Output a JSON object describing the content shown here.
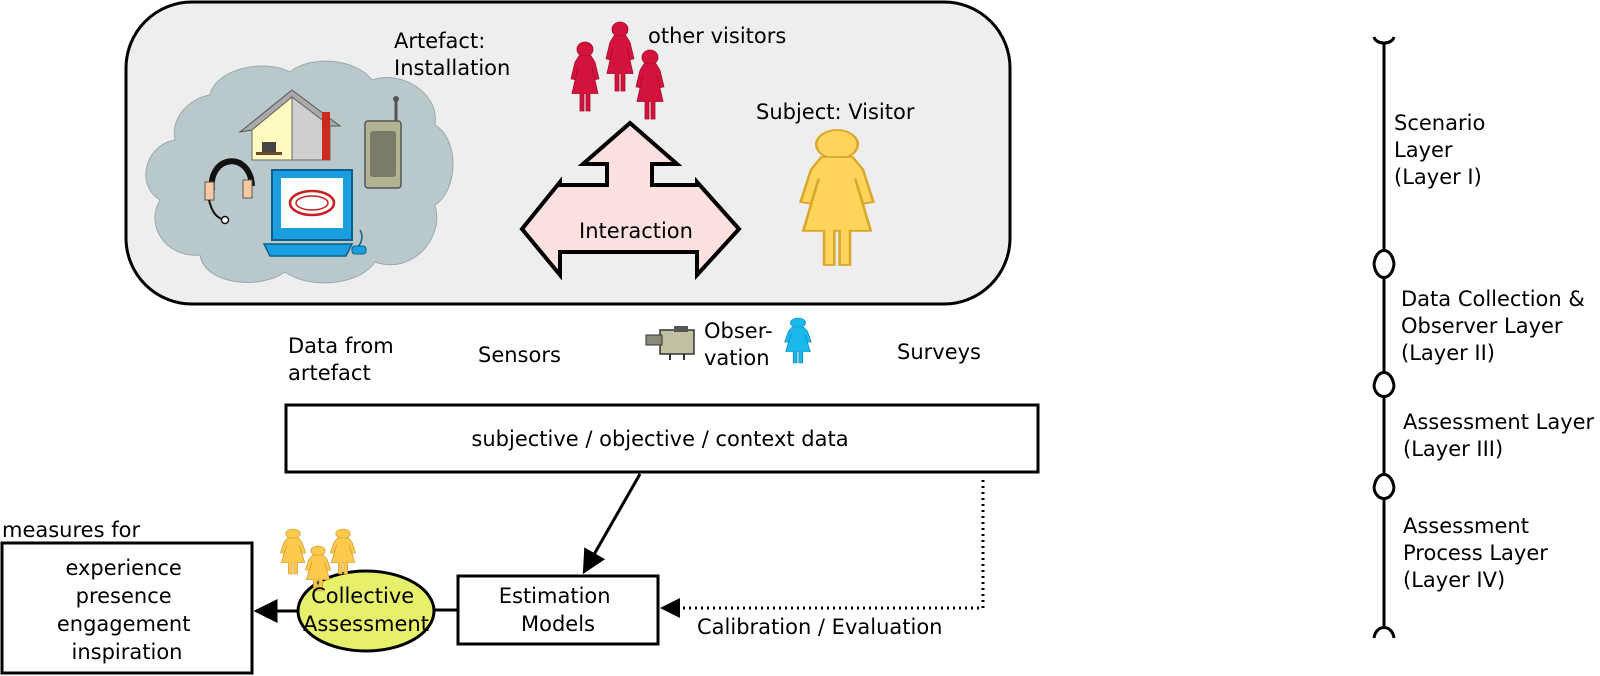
{
  "scenario": {
    "artefact_label": [
      "Artefact:",
      "Installation"
    ],
    "other_visitors_label": "other visitors",
    "subject_label": "Subject: Visitor",
    "interaction_label": "Interaction"
  },
  "collection": {
    "artefact_data_label": [
      "Data from",
      "artefact"
    ],
    "sensors_label": "Sensors",
    "observation_label": [
      "Obser-",
      "vation"
    ],
    "surveys_label": "Surveys"
  },
  "data_box_label": "subjective / objective / context data",
  "estimation_label": [
    "Estimation",
    "Models"
  ],
  "collective_label": [
    "Collective",
    "Assessment"
  ],
  "calibration_label": "Calibration / Evaluation",
  "measures": {
    "caption": "measures for",
    "items": [
      "experience",
      "presence",
      "engagement",
      "inspiration"
    ]
  },
  "layers": [
    {
      "lines": [
        "Scenario",
        "Layer",
        "(Layer I)"
      ]
    },
    {
      "lines": [
        "Data Collection &",
        "Observer Layer",
        "(Layer II)"
      ]
    },
    {
      "lines": [
        "Assessment Layer",
        "(Layer III)"
      ]
    },
    {
      "lines": [
        "Assessment",
        "Process Layer",
        "(Layer IV)"
      ]
    }
  ],
  "colors": {
    "scenario_bg": "#eeeeee",
    "cloud": "#b9c9cb",
    "other_visitors": "#d4133d",
    "subject_visitor": "#ffd45a",
    "interaction_arrow": "#fde0e0",
    "observer": "#19b9ee",
    "collective_ellipse": "#e6f06a",
    "collective_people": "#ffc94d"
  }
}
